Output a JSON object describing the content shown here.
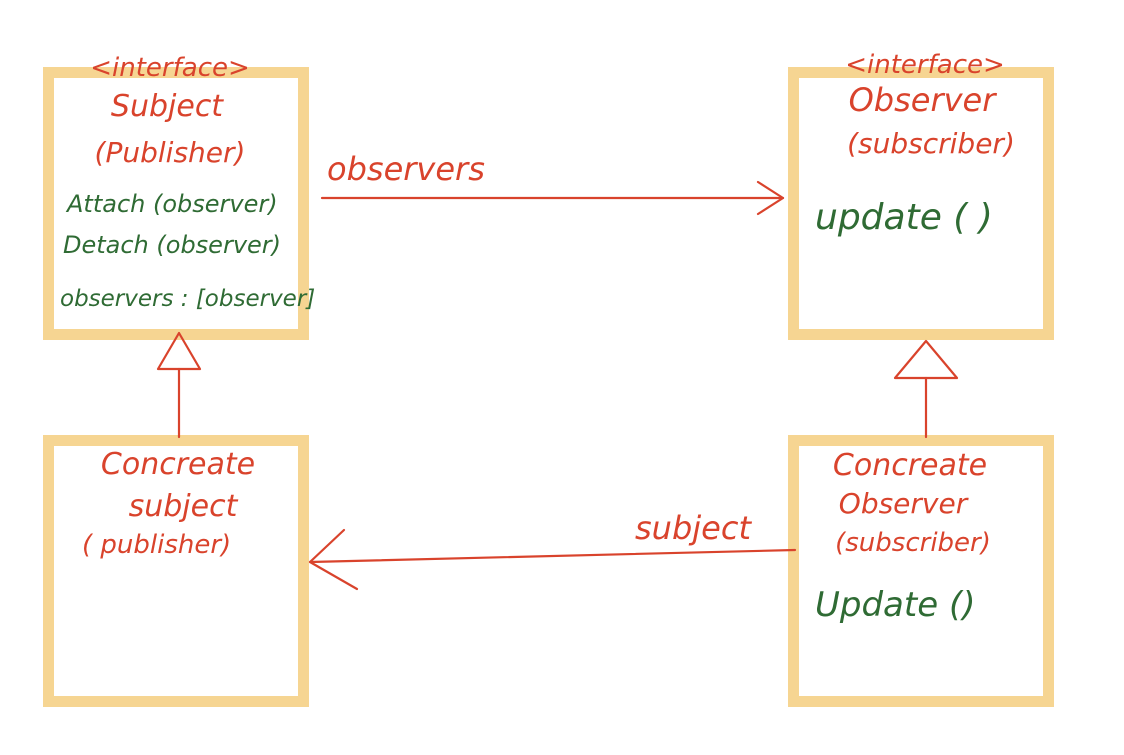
{
  "subject": {
    "stereotype": "<interface>",
    "name": "Subject",
    "role": "(Publisher)",
    "methods": [
      "Attach (observer)",
      "Detach (observer)"
    ],
    "field": "observers : [observer]"
  },
  "observer": {
    "stereotype": "<interface>",
    "name": "Observer",
    "role": "(subscriber)",
    "method": "update ( )"
  },
  "concrete_subject": {
    "name_line1": "Concreate",
    "name_line2": "subject",
    "role": "( publisher)"
  },
  "concrete_observer": {
    "name_line1": "Concreate",
    "name_line2": "Observer",
    "role": "(subscriber)",
    "method": "Update ()"
  },
  "associations": {
    "observers_label": "observers",
    "subject_label": "subject"
  },
  "colors": {
    "box_border": "#f6d592",
    "label_red": "#d9432c",
    "text_green": "#2f6b34",
    "arrow": "#d9432c"
  }
}
